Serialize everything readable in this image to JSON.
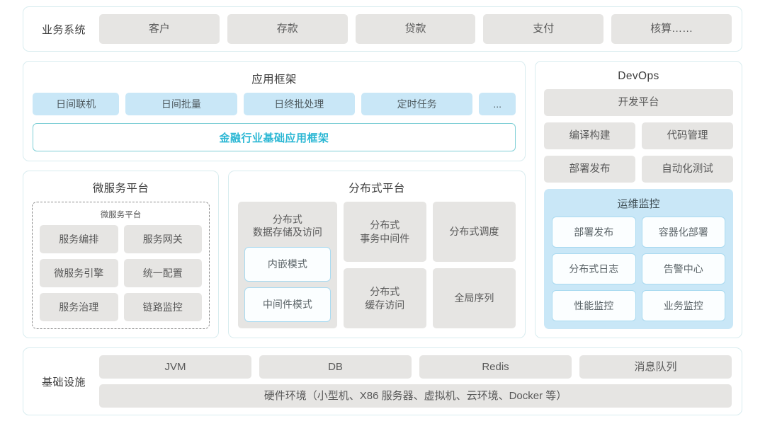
{
  "business_systems": {
    "label": "业务系统",
    "items": [
      "客户",
      "存款",
      "贷款",
      "支付",
      "核算……"
    ]
  },
  "app_framework": {
    "title": "应用框架",
    "chips": [
      "日间联机",
      "日间批量",
      "日终批处理",
      "定时任务",
      "..."
    ],
    "banner": "金融行业基础应用框架",
    "banner_color": "#2bb7d4"
  },
  "microservice_platform": {
    "title": "微服务平台",
    "inner_title": "微服务平台",
    "items": [
      "服务编排",
      "服务网关",
      "微服务引擎",
      "统一配置",
      "服务治理",
      "链路监控"
    ]
  },
  "distributed_platform": {
    "title": "分布式平台",
    "storage_column": {
      "title": "分布式\n数据存储及访问",
      "title_line1": "分布式",
      "title_line2": "数据存储及访问",
      "modes": [
        "内嵌模式",
        "中间件模式"
      ]
    },
    "grid": [
      {
        "line1": "分布式",
        "line2": "事务中间件"
      },
      {
        "line1": "分布式调度",
        "line2": ""
      },
      {
        "line1": "分布式",
        "line2": "缓存访问"
      },
      {
        "line1": "全局序列",
        "line2": ""
      }
    ]
  },
  "devops": {
    "title": "DevOps",
    "platform": "开发平台",
    "items": [
      "编译构建",
      "代码管理",
      "部署发布",
      "自动化测试"
    ],
    "ops_monitor": {
      "title": "运维监控",
      "items": [
        "部署发布",
        "容器化部署",
        "分布式日志",
        "告警中心",
        "性能监控",
        "业务监控"
      ]
    }
  },
  "infrastructure": {
    "label": "基础设施",
    "items": [
      "JVM",
      "DB",
      "Redis",
      "消息队列"
    ],
    "hardware": "硬件环境（小型机、X86 服务器、虚拟机、云环境、Docker 等）"
  },
  "theme": {
    "card_border": "#d8ecef",
    "chip_grey": "#e6e5e3",
    "chip_blue": "#c9e7f7",
    "accent": "#2bb7d4"
  }
}
